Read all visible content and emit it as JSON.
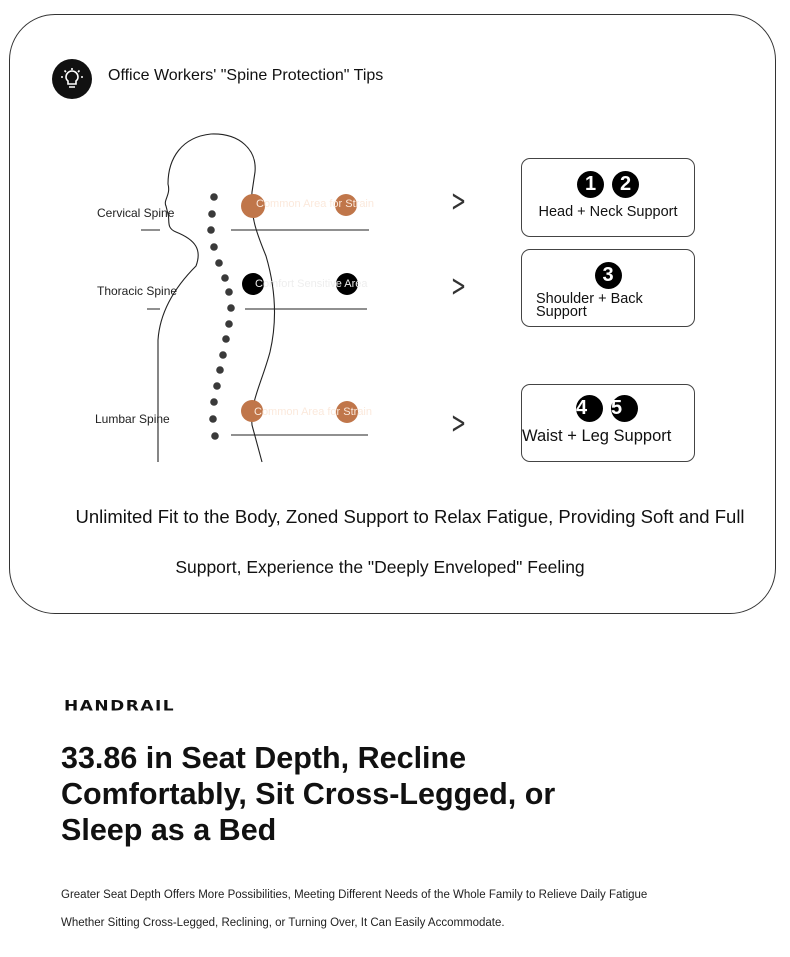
{
  "tips": {
    "icon": "lightbulb-icon",
    "title": "Office Workers' \"Spine Protection\" Tips"
  },
  "spine": {
    "labels": [
      "Cervical Spine",
      "Thoracic Spine",
      "Lumbar Spine"
    ],
    "areas": [
      "Common Area for Strain",
      "Comfort Sensitive Area",
      "Common Area for Strain"
    ],
    "strain_color": "#c0764a",
    "sensitive_color": "#000000"
  },
  "supports": [
    {
      "numbers": [
        "1",
        "2"
      ],
      "label": "Head + Neck Support"
    },
    {
      "numbers": [
        "3"
      ],
      "label": "Shoulder + Back Support"
    },
    {
      "numbers": [
        "4",
        "5"
      ],
      "label": "Waist + Leg Support"
    }
  ],
  "summary": {
    "line1": "Unlimited Fit to the Body, Zoned Support to Relax Fatigue, Providing Soft and Full",
    "line2": "Support, Experience the \"Deeply Enveloped\" Feeling"
  },
  "brand": "HANDRAIL",
  "headline": "33.86 in Seat Depth, Recline Comfortably, Sit Cross-Legged, or Sleep as a Bed",
  "description": [
    "Greater Seat Depth Offers More Possibilities, Meeting Different Needs of the Whole Family to Relieve Daily Fatigue",
    "Whether Sitting Cross-Legged, Reclining, or Turning Over, It Can Easily Accommodate."
  ]
}
